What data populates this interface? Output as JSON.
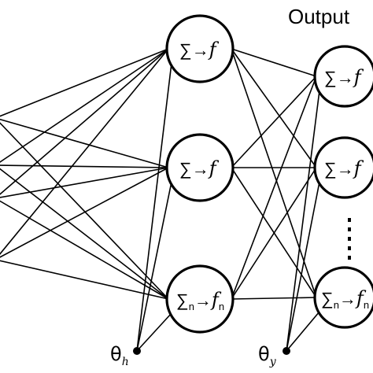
{
  "layers": {
    "output_title": "Output"
  },
  "hidden_nodes": [
    {
      "id": "h1",
      "sum": "∑",
      "arrow": "→",
      "func": "f",
      "subscript": ""
    },
    {
      "id": "h2",
      "sum": "∑",
      "arrow": "→",
      "func": "f",
      "subscript": ""
    },
    {
      "id": "hn",
      "sum": "∑",
      "arrow": "→",
      "func": "f",
      "subscript": "n"
    }
  ],
  "output_nodes": [
    {
      "id": "o1",
      "sum": "∑",
      "arrow": "→",
      "func": "f",
      "subscript": ""
    },
    {
      "id": "o2",
      "sum": "∑",
      "arrow": "→",
      "func": "f",
      "subscript": ""
    },
    {
      "id": "on",
      "sum": "∑",
      "arrow": "→",
      "func": "f",
      "subscript": "n"
    }
  ],
  "biases": {
    "hidden": {
      "symbol": "θ",
      "subscript": "h"
    },
    "output": {
      "symbol": "θ",
      "subscript": "y"
    }
  },
  "colors": {
    "stroke": "#000000",
    "fill": "#ffffff",
    "ellipsis": "#000000"
  }
}
